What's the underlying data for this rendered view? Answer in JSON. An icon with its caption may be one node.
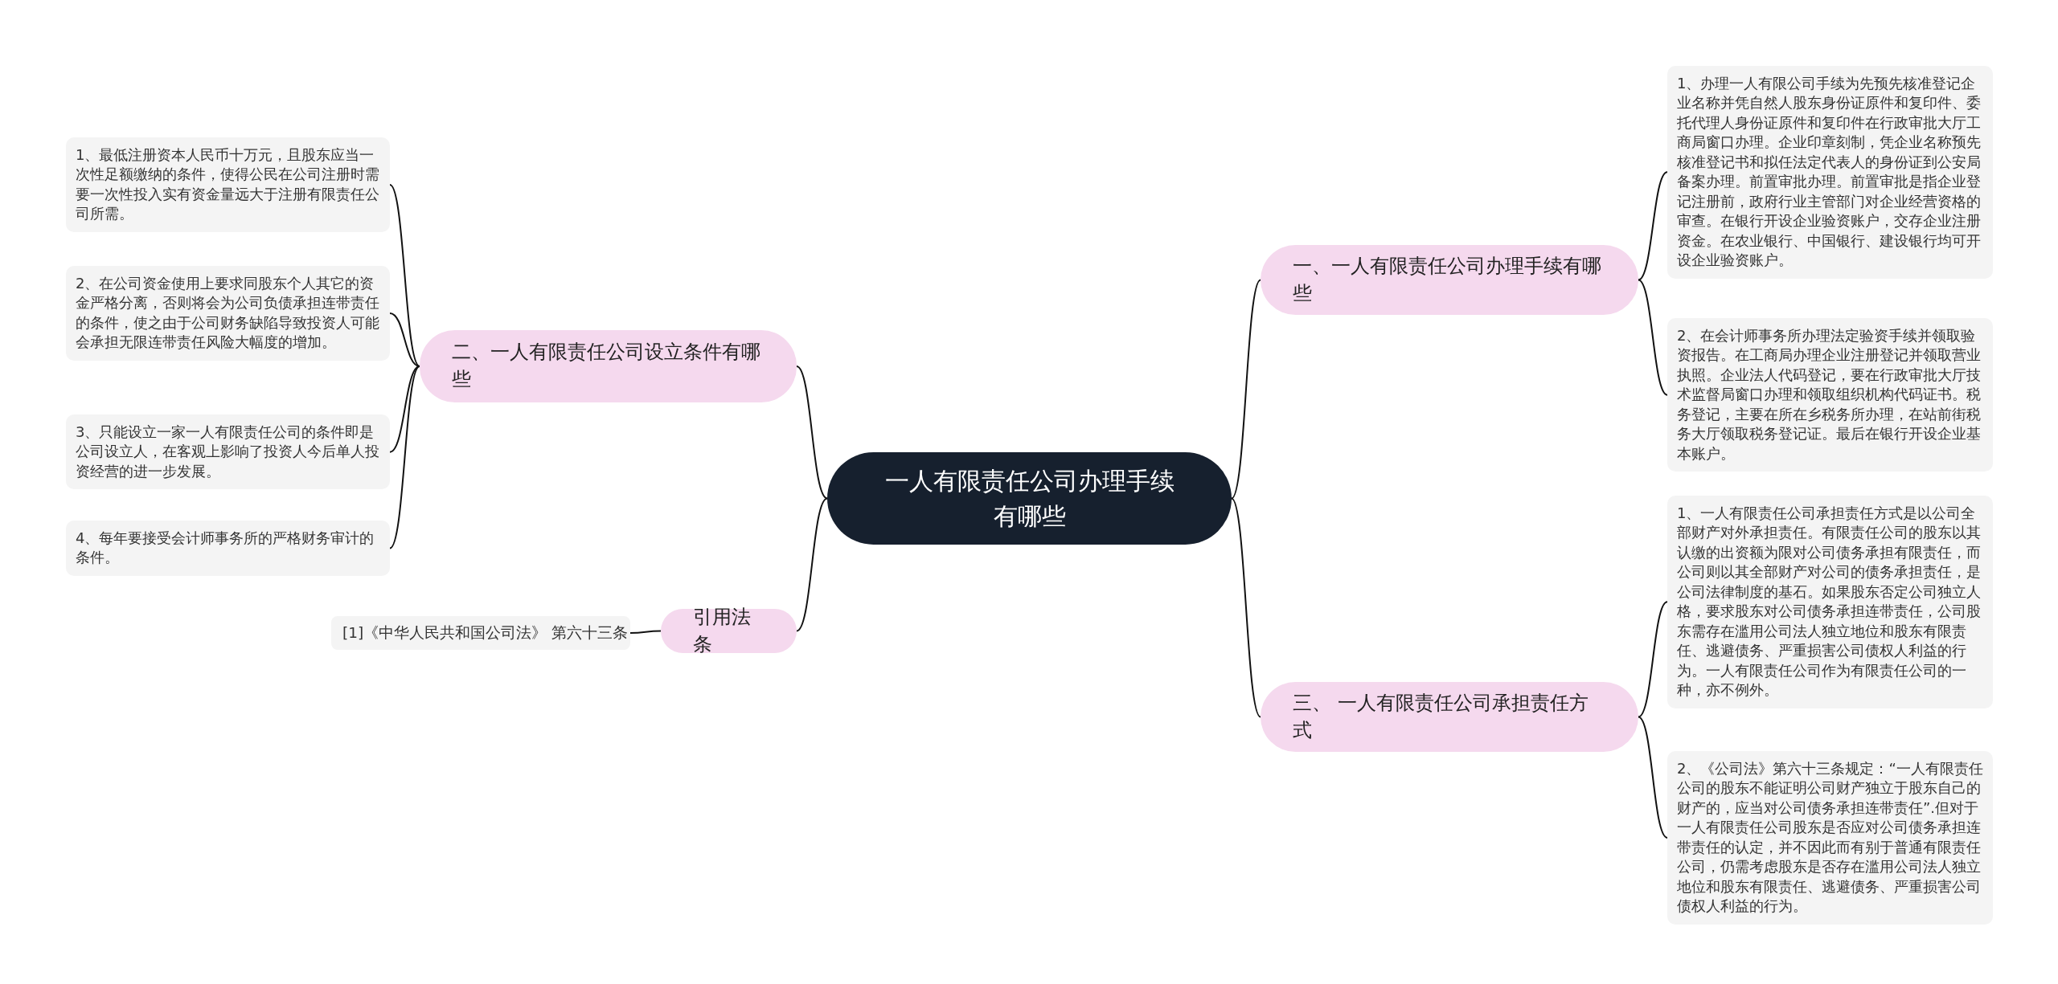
{
  "diagram": {
    "nodes": [
      {
        "text": [
          "一人有限责任公司办理手续有哪些"
        ]
      },
      {
        "text": [
          "二、一人有限责任公司设立条件有哪些"
        ]
      },
      {
        "text": [
          "1、最低注册资本人民币十万元，且股东应当一次性足额缴纳的条件，使得公民在公司注册时需要一次性投入实有资金量远大于注册有限责任公司所需。"
        ]
      },
      {
        "text": [
          "2、在公司资金使用上要求同股东个人其它的资金严格分离，否则将会为公司负债承担连带责任的条件，使之由于公司财务缺陷导致投资人可能会承担无限连带责任风险大幅度的增加。"
        ]
      },
      {
        "text": [
          "3、只能设立一家一人有限责任公司的条件即是公司设立人，在客观上影响了投资人今后单人投资经营的进一步发展。"
        ]
      },
      {
        "text": [
          "4、每年要接受会计师事务所的严格财务审计的条件。"
        ]
      },
      {
        "text": [
          "引用法条"
        ]
      },
      {
        "text": [
          "[1]《中华人民共和国公司法》 第六十三条"
        ]
      },
      {
        "text": [
          "一、一人有限责任公司办理手续有哪些"
        ]
      },
      {
        "text": [
          "1、办理一人有限公司手续为先预先核准登记企业名称并凭自然人股东身份证原件和复印件、委托代理人身份证原件和复印件在行政审批大厅工商局窗口办理。企业印章刻制，凭企业名称预先核准登记书和拟任法定代表人的身份证到公安局备案办理。前置审批办理。前置审批是指企业登记注册前，政府行业主管部门对企业经营资格的审查。在银行开设企业验资账户，交存企业注册资金。在农业银行、中国银行、建设银行均可开设企业验资账户。"
        ]
      },
      {
        "text": [
          "2、在会计师事务所办理法定验资手续并领取验资报告。在工商局办理企业注册登记并领取营业执照。企业法人代码登记，要在行政审批大厅技术监督局窗口办理和领取组织机构代码证书。税务登记，主要在所在乡税务所办理，在站前街税务大厅领取税务登记证。最后在银行开设企业基本账户。"
        ]
      },
      {
        "text": [
          "三、 一人有限责任公司承担责任方式"
        ]
      },
      {
        "text": [
          "1、一人有限责任公司承担责任方式是以公司全部财产对外承担责任。有限责任公司的股东以其认缴的出资额为限对公司债务承担有限责任，而公司则以其全部财产对公司的债务承担责任，是公司法律制度的基石。如果股东否定公司独立人格，要求股东对公司债务承担连带责任，公司股东需存在滥用公司法人独立地位和股东有限责任、逃避债务、严重损害公司债权人利益的行为。一人有限责任公司作为有限责任公司的一种，亦不例外。"
        ]
      },
      {
        "text": [
          "2、《公司法》第六十三条规定：“一人有限责任公司的股东不能证明公司财产独立于股东自己的财产的，应当对公司债务承担连带责任”.但对于一人有限责任公司股东是否应对公司债务承担连带责任的认定，并不因此而有别于普通有限责任公司，仍需考虑股东是否存在滥用公司法人独立地位和股东有限责任、逃避债务、严重损害公司债权人利益的行为。"
        ]
      }
    ],
    "edges": [
      {
        "from": 0,
        "to": 1,
        "arrow": "none"
      },
      {
        "from": 1,
        "to": 2,
        "arrow": "none"
      },
      {
        "from": 1,
        "to": 3,
        "arrow": "none"
      },
      {
        "from": 1,
        "to": 4,
        "arrow": "none"
      },
      {
        "from": 1,
        "to": 5,
        "arrow": "none"
      },
      {
        "from": 0,
        "to": 6,
        "arrow": "none"
      },
      {
        "from": 6,
        "to": 7,
        "arrow": "none"
      },
      {
        "from": 0,
        "to": 8,
        "arrow": "none"
      },
      {
        "from": 8,
        "to": 9,
        "arrow": "none"
      },
      {
        "from": 8,
        "to": 10,
        "arrow": "none"
      },
      {
        "from": 0,
        "to": 11,
        "arrow": "none"
      },
      {
        "from": 11,
        "to": 12,
        "arrow": "none"
      },
      {
        "from": 11,
        "to": 13,
        "arrow": "none"
      }
    ]
  }
}
